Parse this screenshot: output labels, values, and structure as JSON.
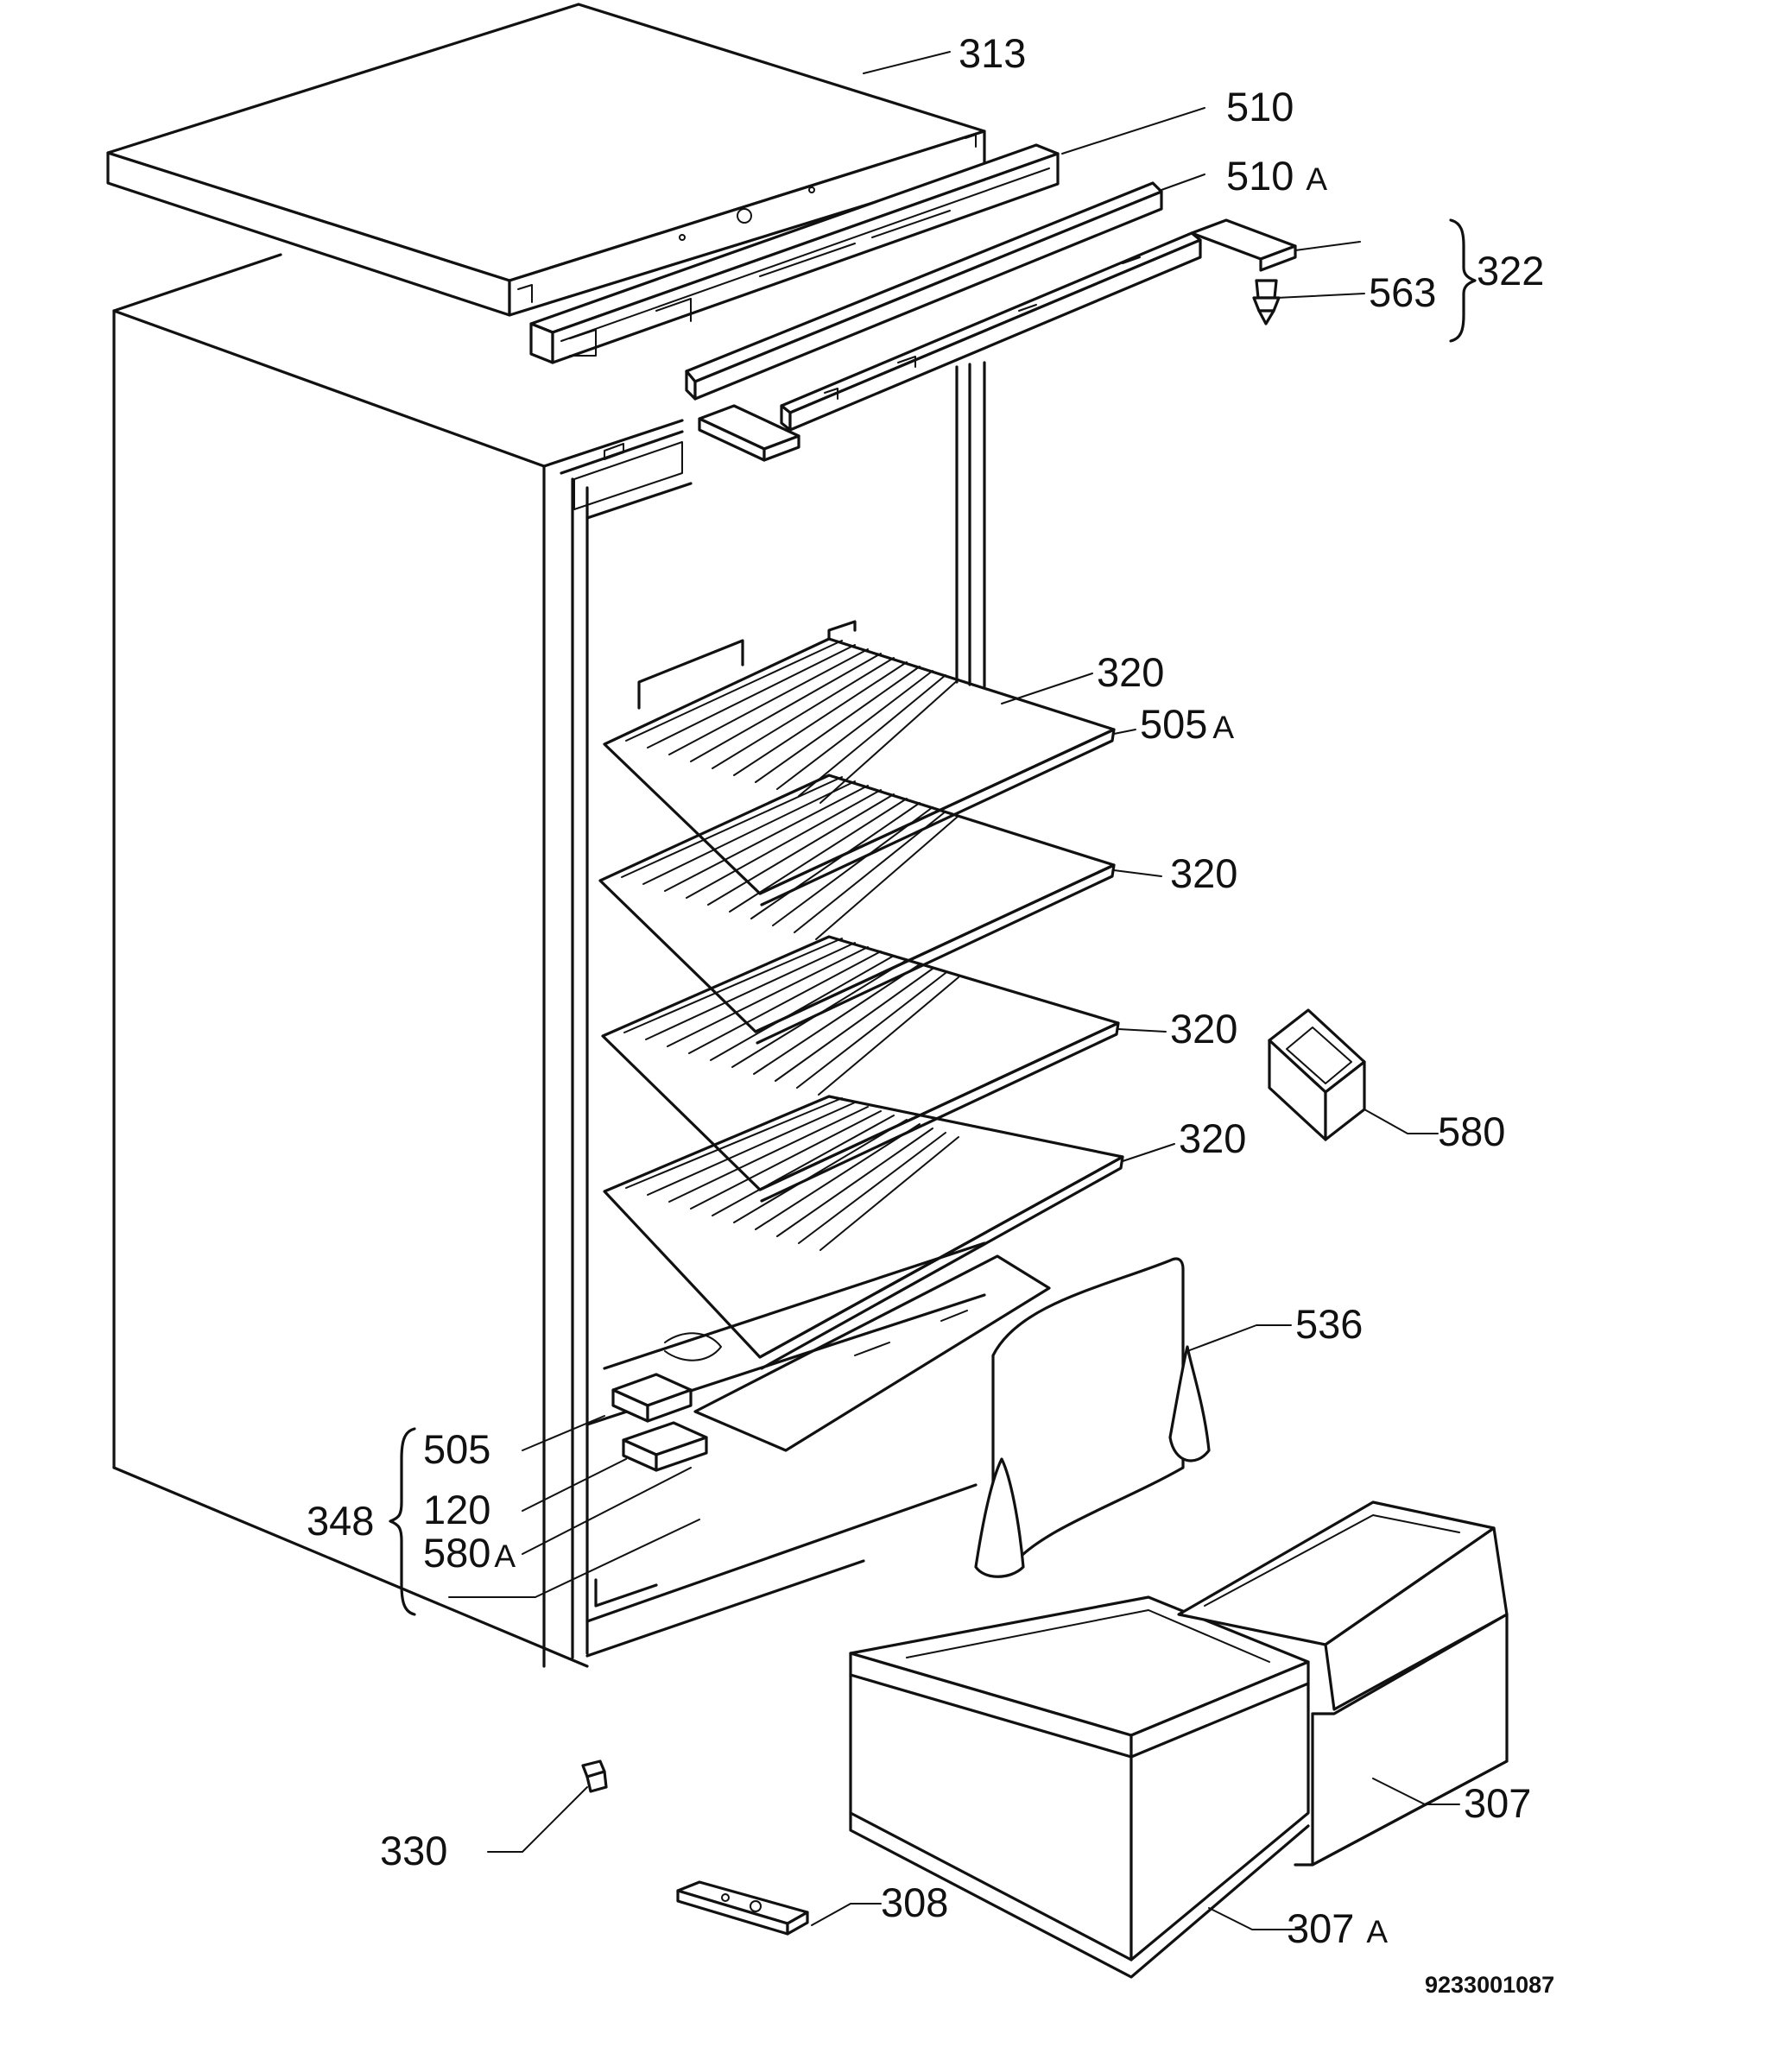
{
  "labels": {
    "p313": {
      "num": "313",
      "suffix": ""
    },
    "p510": {
      "num": "510",
      "suffix": ""
    },
    "p510a": {
      "num": "510",
      "suffix": "A"
    },
    "p322": {
      "num": "322",
      "suffix": ""
    },
    "p563": {
      "num": "563",
      "suffix": ""
    },
    "p320a": {
      "num": "320",
      "suffix": ""
    },
    "p505a": {
      "num": "505",
      "suffix": "A"
    },
    "p320b": {
      "num": "320",
      "suffix": ""
    },
    "p320c": {
      "num": "320",
      "suffix": ""
    },
    "p320d": {
      "num": "320",
      "suffix": ""
    },
    "p580": {
      "num": "580",
      "suffix": ""
    },
    "p536": {
      "num": "536",
      "suffix": ""
    },
    "p505": {
      "num": "505",
      "suffix": ""
    },
    "p120": {
      "num": "120",
      "suffix": ""
    },
    "p580a": {
      "num": "580",
      "suffix": "A"
    },
    "p348": {
      "num": "348",
      "suffix": ""
    },
    "p307": {
      "num": "307",
      "suffix": ""
    },
    "p330": {
      "num": "330",
      "suffix": ""
    },
    "p308": {
      "num": "308",
      "suffix": ""
    },
    "p307a": {
      "num": "307",
      "suffix": "A"
    }
  },
  "document_id": "9233001087"
}
